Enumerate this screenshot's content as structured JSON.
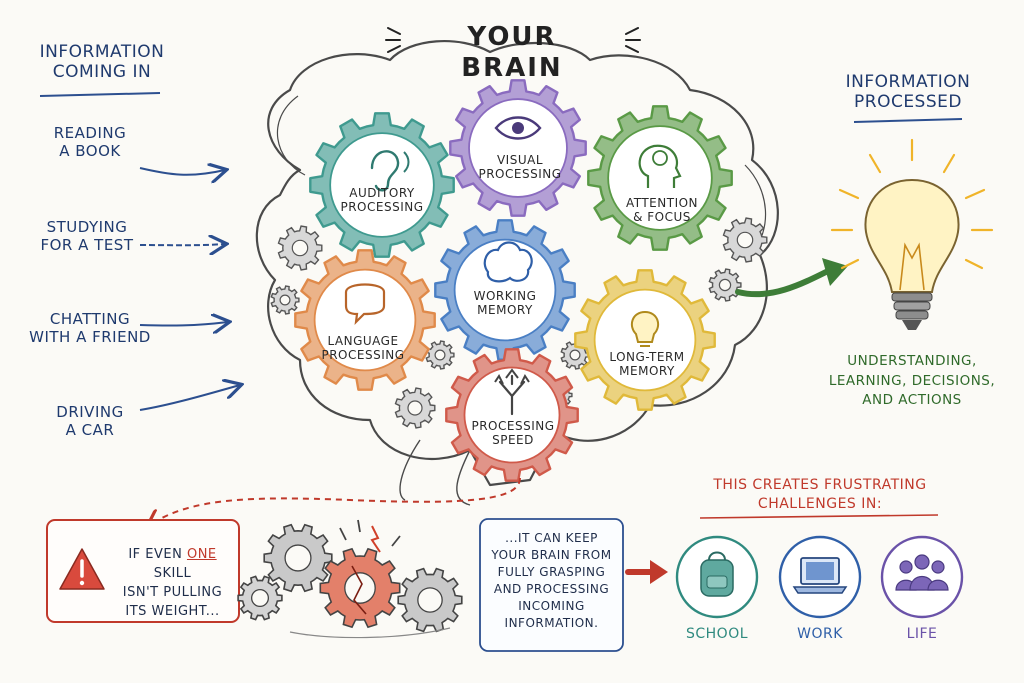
{
  "title": "YOUR BRAIN",
  "incoming": {
    "header": [
      "INFORMATION",
      "COMING IN"
    ],
    "items": [
      [
        "READING",
        "A BOOK"
      ],
      [
        "STUDYING",
        "FOR A TEST"
      ],
      [
        "CHATTING",
        "WITH A FRIEND"
      ],
      [
        "DRIVING",
        "A CAR"
      ]
    ]
  },
  "gears": [
    {
      "label": [
        "AUDITORY",
        "PROCESSING"
      ],
      "color": "#3f9a8f",
      "icon": "ear-icon"
    },
    {
      "label": [
        "VISUAL",
        "PROCESSING"
      ],
      "color": "#8a6bbf",
      "icon": "eye-icon"
    },
    {
      "label": [
        "ATTENTION",
        "& FOCUS"
      ],
      "color": "#5a9a46",
      "icon": "head-brain-icon"
    },
    {
      "label": [
        "WORKING",
        "MEMORY"
      ],
      "color": "#4a7fc4",
      "icon": "brain-icon"
    },
    {
      "label": [
        "LANGUAGE",
        "PROCESSING"
      ],
      "color": "#e08a4a",
      "icon": "speech-bubble-icon"
    },
    {
      "label": [
        "LONG-TERM",
        "MEMORY"
      ],
      "color": "#e0b93a",
      "icon": "lightbulb-icon"
    },
    {
      "label": [
        "PROCESSING",
        "SPEED"
      ],
      "color": "#d05a4a",
      "icon": "split-arrows-icon"
    }
  ],
  "processed": {
    "header": [
      "INFORMATION",
      "PROCESSED"
    ],
    "result": [
      "UNDERSTANDING,",
      "LEARNING, DECISIONS,",
      "AND ACTIONS"
    ]
  },
  "warning": {
    "line1_pre": "IF EVEN ",
    "line1_em": "ONE",
    "line1_post": " SKILL",
    "line2": "ISN'T PULLING",
    "line3": "ITS WEIGHT..."
  },
  "consequence": [
    "...IT CAN KEEP",
    "YOUR BRAIN FROM",
    "FULLY GRASPING",
    "AND PROCESSING",
    "INCOMING",
    "INFORMATION."
  ],
  "challenges": {
    "header": [
      "THIS CREATES FRUSTRATING",
      "CHALLENGES IN:"
    ],
    "items": [
      {
        "label": "SCHOOL",
        "color": "#2f8a7f",
        "icon": "backpack-icon"
      },
      {
        "label": "WORK",
        "color": "#2f5fa8",
        "icon": "laptop-icon"
      },
      {
        "label": "LIFE",
        "color": "#6a52a8",
        "icon": "people-icon"
      }
    ]
  }
}
